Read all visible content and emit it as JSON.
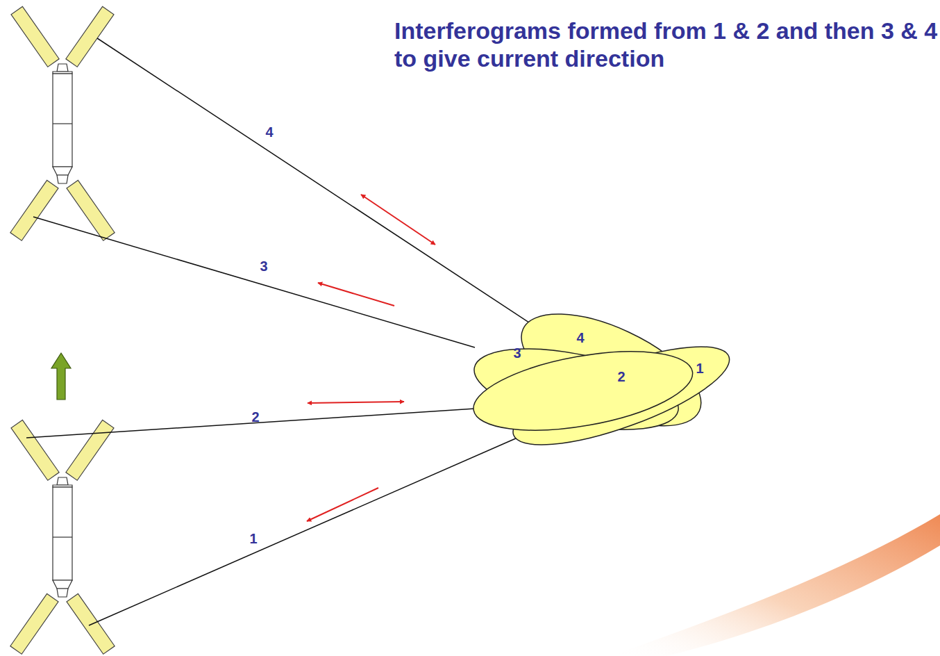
{
  "diagram": {
    "title": "Interferograms formed from 1 & 2 and then 3 & 4 to give current direction",
    "nodes": [
      {
        "text": [
          "1"
        ]
      },
      {
        "text": [
          "2"
        ]
      },
      {
        "text": [
          "3"
        ]
      },
      {
        "text": [
          "4"
        ]
      }
    ],
    "labels": [
      "4",
      "3",
      "2",
      "1"
    ]
  }
}
